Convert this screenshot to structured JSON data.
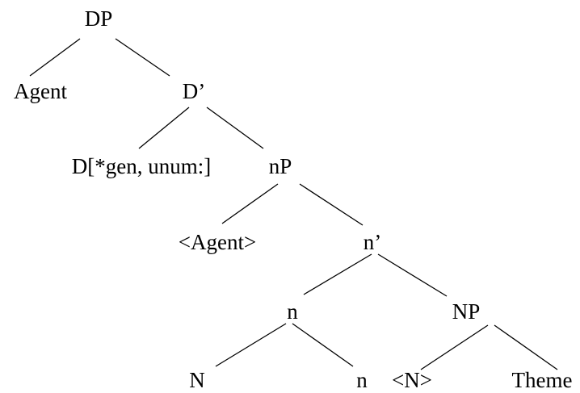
{
  "diagram": {
    "type": "syntax-tree",
    "nodes": [
      {
        "id": "dp",
        "label": "DP"
      },
      {
        "id": "agent",
        "label": "Agent"
      },
      {
        "id": "d-bar",
        "label": "D’"
      },
      {
        "id": "d-head",
        "label": "D[*gen, unum:]"
      },
      {
        "id": "np-small",
        "label": "nP"
      },
      {
        "id": "agent-trace",
        "label": "<Agent>"
      },
      {
        "id": "n-bar",
        "label": "n’"
      },
      {
        "id": "n-head",
        "label": "n"
      },
      {
        "id": "np",
        "label": "NP"
      },
      {
        "id": "n-noun",
        "label": "N"
      },
      {
        "id": "n-low",
        "label": "n"
      },
      {
        "id": "n-trace",
        "label": "<N>"
      },
      {
        "id": "theme",
        "label": "Theme"
      }
    ],
    "edges": [
      [
        "dp",
        "agent"
      ],
      [
        "dp",
        "d-bar"
      ],
      [
        "d-bar",
        "d-head"
      ],
      [
        "d-bar",
        "np-small"
      ],
      [
        "np-small",
        "agent-trace"
      ],
      [
        "np-small",
        "n-bar"
      ],
      [
        "n-bar",
        "n-head"
      ],
      [
        "n-bar",
        "np"
      ],
      [
        "n-head",
        "n-noun"
      ],
      [
        "n-head",
        "n-low"
      ],
      [
        "np",
        "n-trace"
      ],
      [
        "np",
        "theme"
      ]
    ]
  }
}
